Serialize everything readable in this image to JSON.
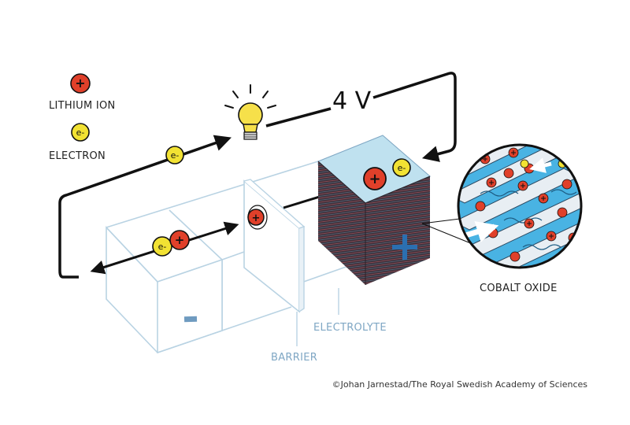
{
  "legend": {
    "ion_label": "LITHIUM ION",
    "electron_label": "ELECTRON"
  },
  "voltage_label": "4 V",
  "cobalt_label": "COBALT OXIDE",
  "electrolyte_label": "ELECTROLYTE",
  "barrier_label": "BARRIER",
  "credit": "©Johan Jarnestad/The Royal Swedish Academy of Sciences",
  "symbols": {
    "plus": "+",
    "minus": "−",
    "electron": "e-"
  },
  "colors": {
    "ion_red": "#e0402a",
    "electron_yellow": "#f2e233",
    "cell_outline": "#b9d3e3",
    "cobalt_top": "#bfe1ef",
    "cobalt_side": "#3a2f38",
    "zoom_blue": "#49b3e3",
    "cathode_plus": "#2b6fb0",
    "anode_minus": "#6f9bc0"
  },
  "icons": [
    "bulb-icon"
  ]
}
